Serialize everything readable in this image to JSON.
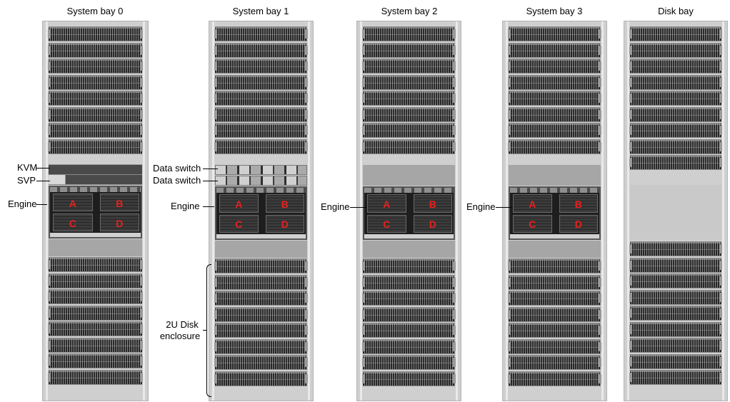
{
  "bays": [
    {
      "title": "System bay 0"
    },
    {
      "title": "System bay 1"
    },
    {
      "title": "System bay 2"
    },
    {
      "title": "System bay 3"
    },
    {
      "title": "Disk bay"
    }
  ],
  "annotations": {
    "kvm": "KVM",
    "svp": "SVP",
    "engine_label": "Engine",
    "data_switch_1": "Data switch",
    "data_switch_2": "Data switch",
    "disk_enclosure_line1": "2U Disk",
    "disk_enclosure_line2": "enclosure"
  },
  "engine_modules": [
    "A",
    "B",
    "C",
    "D"
  ]
}
